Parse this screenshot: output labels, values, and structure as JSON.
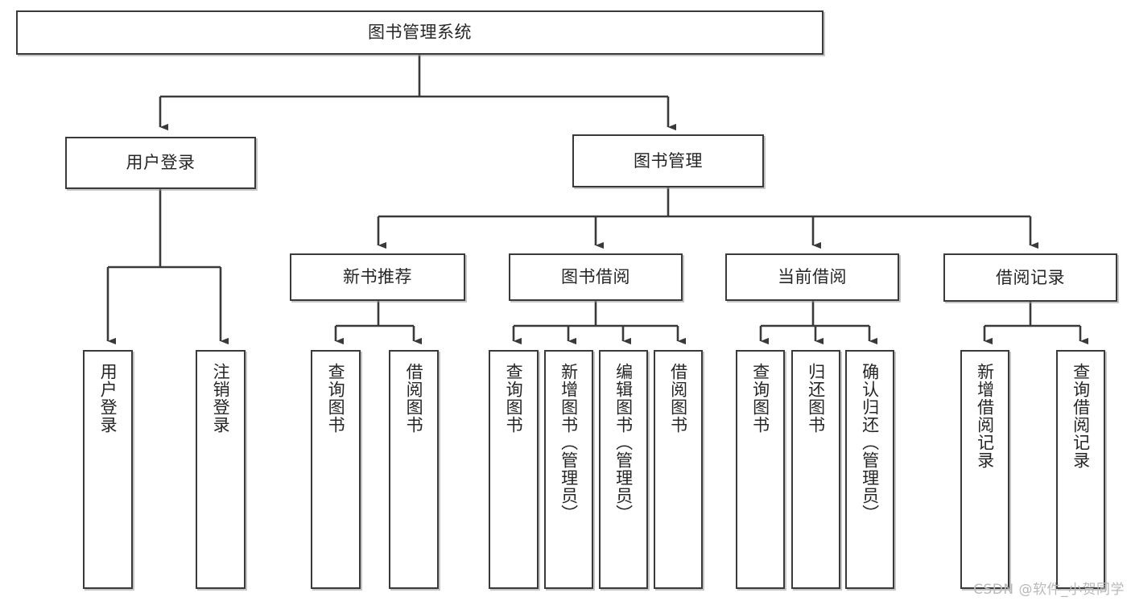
{
  "diagram": {
    "type": "tree-hierarchy",
    "title": "图书管理系统",
    "watermark": "CSDN @软件_小贺同学",
    "colors": {
      "background": "#ffffff",
      "box_border": "#3a3a3a",
      "box_fill": "#ffffff",
      "connector": "#3a3a3a",
      "text": "#262626",
      "watermark": "#b9b9b9"
    },
    "nodes": {
      "root": {
        "label": "图书管理系统"
      },
      "level2": [
        {
          "label": "用户登录"
        },
        {
          "label": "图书管理"
        }
      ],
      "level3": [
        {
          "label": "新书推荐"
        },
        {
          "label": "图书借阅"
        },
        {
          "label": "当前借阅"
        },
        {
          "label": "借阅记录"
        }
      ],
      "leaves": {
        "user_login": [
          {
            "label": "用户登录"
          },
          {
            "label": "注销登录"
          }
        ],
        "new_book_rec": [
          {
            "label": "查询图书"
          },
          {
            "label": "借阅图书"
          }
        ],
        "book_borrow": [
          {
            "label": "查询图书"
          },
          {
            "label": "新增图书（管理员）"
          },
          {
            "label": "编辑图书（管理员）"
          },
          {
            "label": "借阅图书"
          }
        ],
        "current_borrow": [
          {
            "label": "查询图书"
          },
          {
            "label": "归还图书"
          },
          {
            "label": "确认归还（管理员）"
          }
        ],
        "borrow_record": [
          {
            "label": "新增借阅记录"
          },
          {
            "label": "查询借阅记录"
          }
        ]
      }
    }
  }
}
